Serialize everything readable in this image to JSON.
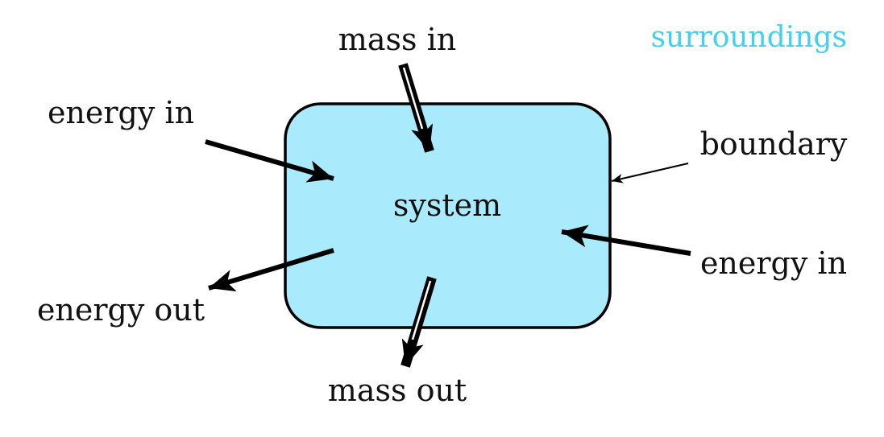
{
  "diagram": {
    "title": "Open system: mass and energy crossing a boundary",
    "system": {
      "label": "system",
      "fill": "#a9ebfc",
      "stroke": "#000000"
    },
    "surroundings": {
      "label": "surroundings",
      "color": "#3fd0f2"
    },
    "boundary": {
      "label": "boundary"
    },
    "flows": [
      {
        "id": "mass-in",
        "label": "mass in",
        "kind": "mass",
        "direction": "in"
      },
      {
        "id": "energy-in-left",
        "label": "energy in",
        "kind": "energy",
        "direction": "in"
      },
      {
        "id": "energy-in-right",
        "label": "energy in",
        "kind": "energy",
        "direction": "in"
      },
      {
        "id": "energy-out",
        "label": "energy out",
        "kind": "energy",
        "direction": "out"
      },
      {
        "id": "mass-out",
        "label": "mass out",
        "kind": "mass",
        "direction": "out"
      }
    ]
  }
}
